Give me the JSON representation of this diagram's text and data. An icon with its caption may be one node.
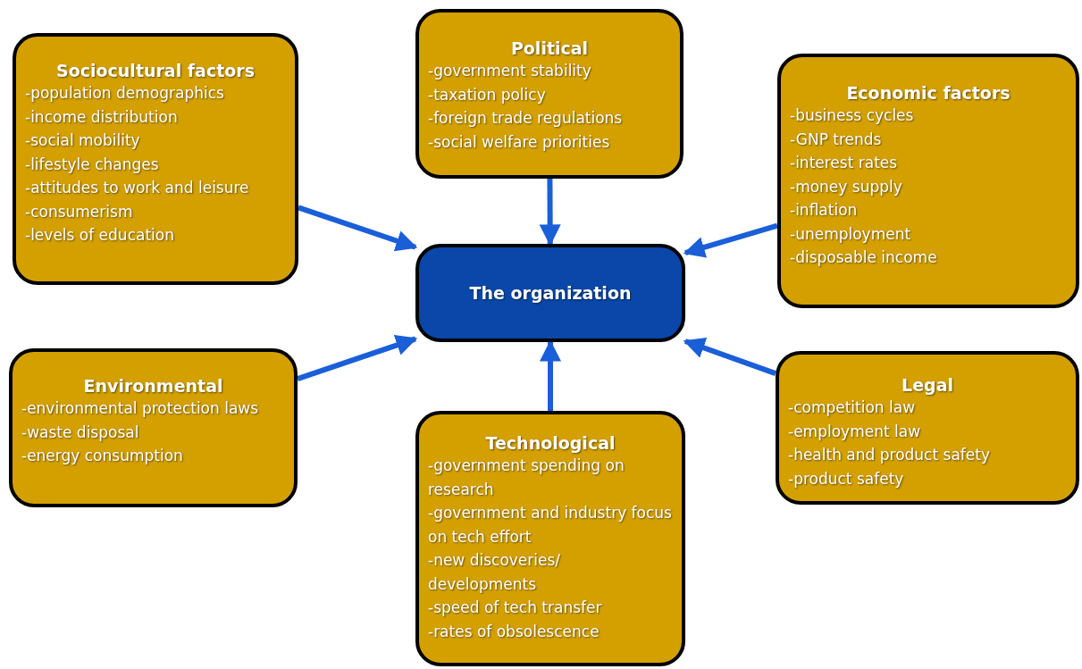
{
  "diagram": {
    "nodes": [
      {
        "text": [
          "Sociocultural factors",
          "-population demographics",
          "-income distribution",
          "-social mobility",
          "-lifestyle changes",
          "-attitudes to work and leisure",
          "-consumerism",
          "-levels of education"
        ]
      },
      {
        "text": [
          "Political",
          "-government stability",
          "-taxation policy",
          "-foreign trade regulations",
          "-social welfare priorities"
        ]
      },
      {
        "text": [
          "Economic factors",
          "-business cycles",
          "-GNP trends",
          "-interest rates",
          "-money supply",
          "-inflation",
          "-unemployment",
          "-disposable income"
        ]
      },
      {
        "text": [
          "The organization"
        ]
      },
      {
        "text": [
          "Environmental",
          "-environmental protection laws",
          "-waste disposal",
          "-energy consumption"
        ]
      },
      {
        "text": [
          "Legal",
          "-competition law",
          "-employment law",
          "-health and product safety",
          "-product safety"
        ]
      },
      {
        "text": [
          "Technological",
          "-government spending on research",
          "-government and industry focus on tech effort",
          "-new discoveries/ developments",
          "-speed of tech transfer",
          "-rates of obsolescence"
        ]
      }
    ],
    "edges": [
      {
        "from": 0,
        "to": 3,
        "arrow": "to"
      },
      {
        "from": 1,
        "to": 3,
        "arrow": "to"
      },
      {
        "from": 2,
        "to": 3,
        "arrow": "to"
      },
      {
        "from": 4,
        "to": 3,
        "arrow": "to"
      },
      {
        "from": 5,
        "to": 3,
        "arrow": "to"
      },
      {
        "from": 6,
        "to": 3,
        "arrow": "to"
      }
    ]
  }
}
